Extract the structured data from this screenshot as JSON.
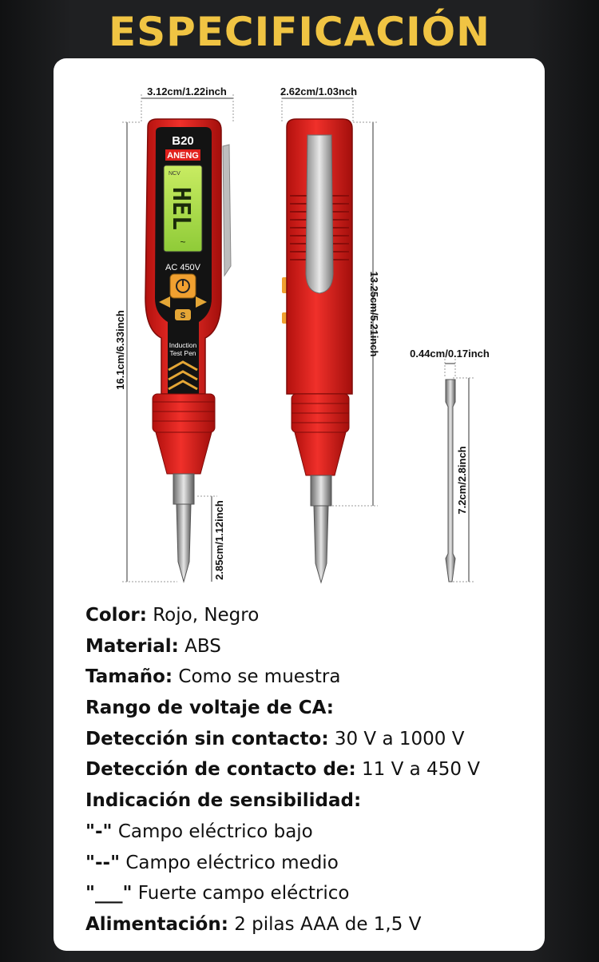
{
  "header": {
    "title": "ESPECIFICACIÓN"
  },
  "product": {
    "model": "B20",
    "brand": "ANENG",
    "lcd_text": "HEL",
    "lcd_small": "NCV",
    "lcd_tilde": "~",
    "voltage_label": "AC 450V",
    "s_badge": "S",
    "subtitle_line1": "Induction",
    "subtitle_line2": "Test Pen"
  },
  "dimensions": {
    "front_width": "3.12cm/1.22inch",
    "side_width": "2.62cm/1.03nch",
    "total_length": "16.1cm/6.33inch",
    "body_length": "13.25cm/5.21inch",
    "tip_length": "2.85cm/1.12inch",
    "bit_width": "0.44cm/0.17inch",
    "bit_length": "7.2cm/2.8inch"
  },
  "specs": [
    {
      "label": "Color:",
      "value": " Rojo, Negro"
    },
    {
      "label": "Material:",
      "value": " ABS"
    },
    {
      "label": "Tamaño:",
      "value": " Como se muestra"
    },
    {
      "label": "Rango de voltaje de CA:",
      "value": ""
    },
    {
      "label": "Detección sin contacto:",
      "value": " 30 V a 1000 V"
    },
    {
      "label": "Detección de contacto de:",
      "value": " 11 V a 450 V"
    },
    {
      "label": "Indicación de sensibilidad:",
      "value": ""
    },
    {
      "label": "\"-\"",
      "value": " Campo eléctrico bajo"
    },
    {
      "label": "\"--\"",
      "value": " Campo eléctrico medio"
    },
    {
      "label": "\"___\"",
      "value": " Fuerte campo eléctrico"
    },
    {
      "label": "Alimentación:",
      "value": " 2 pilas AAA de 1,5 V"
    }
  ],
  "colors": {
    "title": "#f0c443",
    "body_red": "#e0201c",
    "lcd_green": "#a6d94a",
    "button_orange": "#f0a030"
  }
}
